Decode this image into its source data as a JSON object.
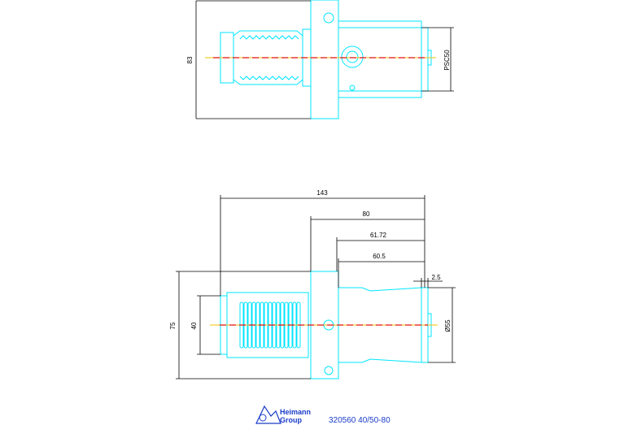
{
  "top_view": {
    "dim_height": "83",
    "dim_psc": "PSC50"
  },
  "front_view": {
    "dim_overall": "143",
    "dim_80": "80",
    "dim_6172": "61.72",
    "dim_605": "60.5",
    "dim_25": "2.5",
    "dim_75": "75",
    "dim_40": "40",
    "dim_d55": "Ø55"
  },
  "title_block": {
    "logo_line1": "Heimann",
    "logo_line2": "Group",
    "part_number": "320560 40/50-80"
  },
  "colors": {
    "geometry": "#00e5ff",
    "centerline_primary": "#f2c200",
    "centerline_secondary": "#e01010",
    "dimensions": "#000000",
    "logo": "#1a3cc8"
  }
}
